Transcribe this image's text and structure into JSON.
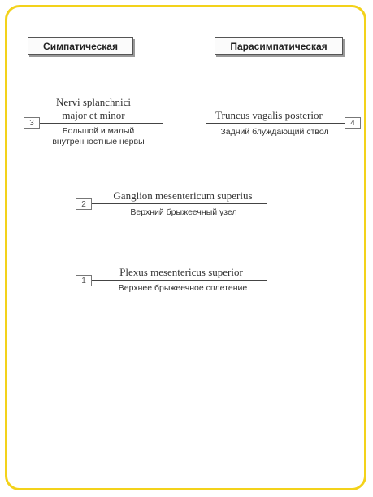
{
  "headers": {
    "sympathetic": "Симпатическая",
    "parasympathetic": "Парасимпатическая"
  },
  "labels": [
    {
      "num": "3",
      "latin_1": "Nervi splanchnici",
      "latin_2": "major et minor",
      "rus_1": "Большой и малый",
      "rus_2": "внутренностные нервы"
    },
    {
      "num": "4",
      "latin_1": "Truncus vagalis posterior",
      "rus_1": "Задний блуждающий ствол"
    },
    {
      "num": "2",
      "latin_1": "Ganglion mesentericum superius",
      "rus_1": "Верхний брыжеечный узел"
    },
    {
      "num": "1",
      "latin_1": "Plexus mesentericus superior",
      "rus_1": "Верхнее брыжеечное сплетение"
    }
  ],
  "colors": {
    "frame": "#f3d21a",
    "intestine": "#f2b9a0",
    "intestine_shade": "#d98f76",
    "colon_ghost": "#e6e6ea"
  }
}
